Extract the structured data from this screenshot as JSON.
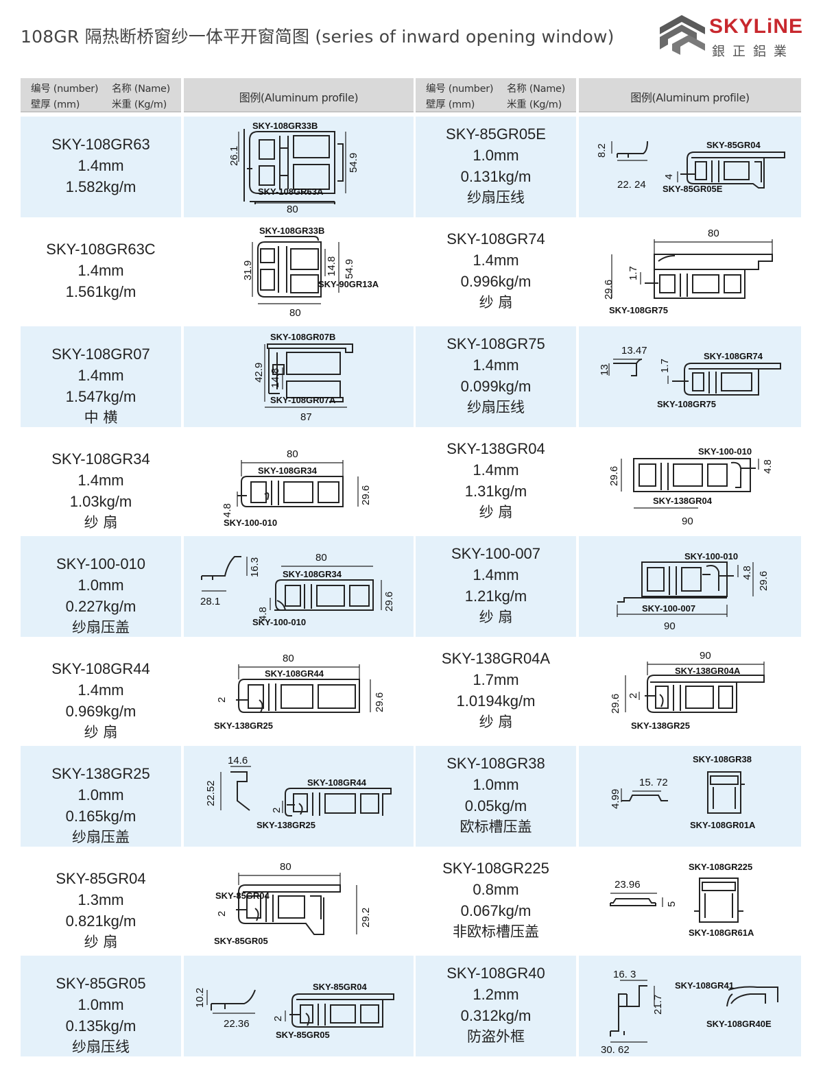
{
  "header": {
    "title": "108GR 隔热断桥窗纱一体平开窗简图 (series of inward opening window)",
    "brand_name": "SKYLiNE",
    "brand_cn": "銀正鋁業",
    "colors": {
      "brand_red": "#c8282e",
      "row_tint": "#e4f1fa",
      "header_gray": "#d9d9d9"
    }
  },
  "table_header": {
    "number": "编号 (number)",
    "thickness": "壁厚 (mm)",
    "name": "名称 (Name)",
    "weight": "米重 (Kg/m)",
    "figure": "图例(Aluminum profile)"
  },
  "left_rows": [
    {
      "code": "SKY-108GR63",
      "thickness": "1.4mm",
      "weight": "1.582kg/m",
      "name": "",
      "figure": {
        "labels": [
          "SKY-108GR33B",
          "SKY-108GR63A"
        ],
        "dims": [
          "26.1",
          "54.9",
          "80"
        ]
      }
    },
    {
      "code": "SKY-108GR63C",
      "thickness": "1.4mm",
      "weight": "1.561kg/m",
      "name": "",
      "figure": {
        "labels": [
          "SKY-108GR33B",
          "SKY-90GR13A"
        ],
        "dims": [
          "31.9",
          "14.8",
          "54.9",
          "80"
        ]
      }
    },
    {
      "code": "SKY-108GR07",
      "thickness": "1.4mm",
      "weight": "1.547kg/m",
      "name": "中 横",
      "figure": {
        "labels": [
          "SKY-108GR07B",
          "SKY-108GR07A"
        ],
        "dims": [
          "42.9",
          "14.8",
          "87"
        ]
      }
    },
    {
      "code": "SKY-108GR34",
      "thickness": "1.4mm",
      "weight": "1.03kg/m",
      "name": "纱 扇",
      "figure": {
        "labels": [
          "SKY-108GR34",
          "SKY-100-010"
        ],
        "dims": [
          "80",
          "29.6",
          "4.8"
        ]
      }
    },
    {
      "code": "SKY-100-010",
      "thickness": "1.0mm",
      "weight": "0.227kg/m",
      "name": "纱扇压盖",
      "figure": {
        "labels": [
          "SKY-108GR34",
          "SKY-100-010"
        ],
        "dims": [
          "16.3",
          "28.1",
          "80",
          "4.8",
          "29.6"
        ]
      }
    },
    {
      "code": "SKY-108GR44",
      "thickness": "1.4mm",
      "weight": "0.969kg/m",
      "name": "纱 扇",
      "figure": {
        "labels": [
          "SKY-108GR44",
          "SKY-138GR25"
        ],
        "dims": [
          "80",
          "2",
          "29.6"
        ]
      }
    },
    {
      "code": "SKY-138GR25",
      "thickness": "1.0mm",
      "weight": "0.165kg/m",
      "name": "纱扇压盖",
      "figure": {
        "labels": [
          "SKY-108GR44",
          "SKY-138GR25"
        ],
        "dims": [
          "14.6",
          "22.52",
          "2"
        ]
      }
    },
    {
      "code": "SKY-85GR04",
      "thickness": "1.3mm",
      "weight": "0.821kg/m",
      "name": "纱 扇",
      "figure": {
        "labels": [
          "SKY-85GR04",
          "SKY-85GR05"
        ],
        "dims": [
          "80",
          "2",
          "29.2"
        ]
      }
    },
    {
      "code": "SKY-85GR05",
      "thickness": "1.0mm",
      "weight": "0.135kg/m",
      "name": "纱扇压线",
      "figure": {
        "labels": [
          "SKY-85GR04",
          "SKY-85GR05"
        ],
        "dims": [
          "10.2",
          "22.36",
          "2"
        ]
      }
    }
  ],
  "right_rows": [
    {
      "code": "SKY-85GR05E",
      "thickness": "1.0mm",
      "weight": "0.131kg/m",
      "name": "纱扇压线",
      "figure": {
        "labels": [
          "SKY-85GR04",
          "SKY-85GR05E"
        ],
        "dims": [
          "8.2",
          "22. 24",
          "4"
        ]
      }
    },
    {
      "code": "SKY-108GR74",
      "thickness": "1.4mm",
      "weight": "0.996kg/m",
      "name": "纱 扇",
      "figure": {
        "labels": [
          "SKY-108GR75"
        ],
        "dims": [
          "80",
          "1.7",
          "29.6"
        ]
      }
    },
    {
      "code": "SKY-108GR75",
      "thickness": "1.4mm",
      "weight": "0.099kg/m",
      "name": "纱扇压线",
      "figure": {
        "labels": [
          "SKY-108GR74",
          "SKY-108GR75"
        ],
        "dims": [
          "13.47",
          "13",
          "1.7"
        ]
      }
    },
    {
      "code": "SKY-138GR04",
      "thickness": "1.4mm",
      "weight": "1.31kg/m",
      "name": "纱 扇",
      "figure": {
        "labels": [
          "SKY-100-010",
          "SKY-138GR04"
        ],
        "dims": [
          "29.6",
          "4.8",
          "90"
        ]
      }
    },
    {
      "code": "SKY-100-007",
      "thickness": "1.4mm",
      "weight": "1.21kg/m",
      "name": "纱 扇",
      "figure": {
        "labels": [
          "SKY-100-010",
          "SKY-100-007"
        ],
        "dims": [
          "4.8",
          "29.6",
          "90"
        ]
      }
    },
    {
      "code": "SKY-138GR04A",
      "thickness": "1.7mm",
      "weight": "1.0194kg/m",
      "name": "纱 扇",
      "figure": {
        "labels": [
          "SKY-138GR04A",
          "SKY-138GR25"
        ],
        "dims": [
          "90",
          "29.6",
          "2"
        ]
      }
    },
    {
      "code": "SKY-108GR38",
      "thickness": "1.0mm",
      "weight": "0.05kg/m",
      "name": "欧标槽压盖",
      "figure": {
        "labels": [
          "SKY-108GR38",
          "SKY-108GR01A"
        ],
        "dims": [
          "15. 72",
          "4.99"
        ]
      }
    },
    {
      "code": "SKY-108GR225",
      "thickness": "0.8mm",
      "weight": "0.067kg/m",
      "name": "非欧标槽压盖",
      "figure": {
        "labels": [
          "SKY-108GR225",
          "SKY-108GR61A"
        ],
        "dims": [
          "23.96",
          "5"
        ]
      }
    },
    {
      "code": "SKY-108GR40",
      "thickness": "1.2mm",
      "weight": "0.312kg/m",
      "name": "防盗外框",
      "figure": {
        "labels": [
          "SKY-108GR41",
          "SKY-108GR40E"
        ],
        "dims": [
          "16. 3",
          "21.7",
          "30. 62"
        ]
      }
    }
  ]
}
